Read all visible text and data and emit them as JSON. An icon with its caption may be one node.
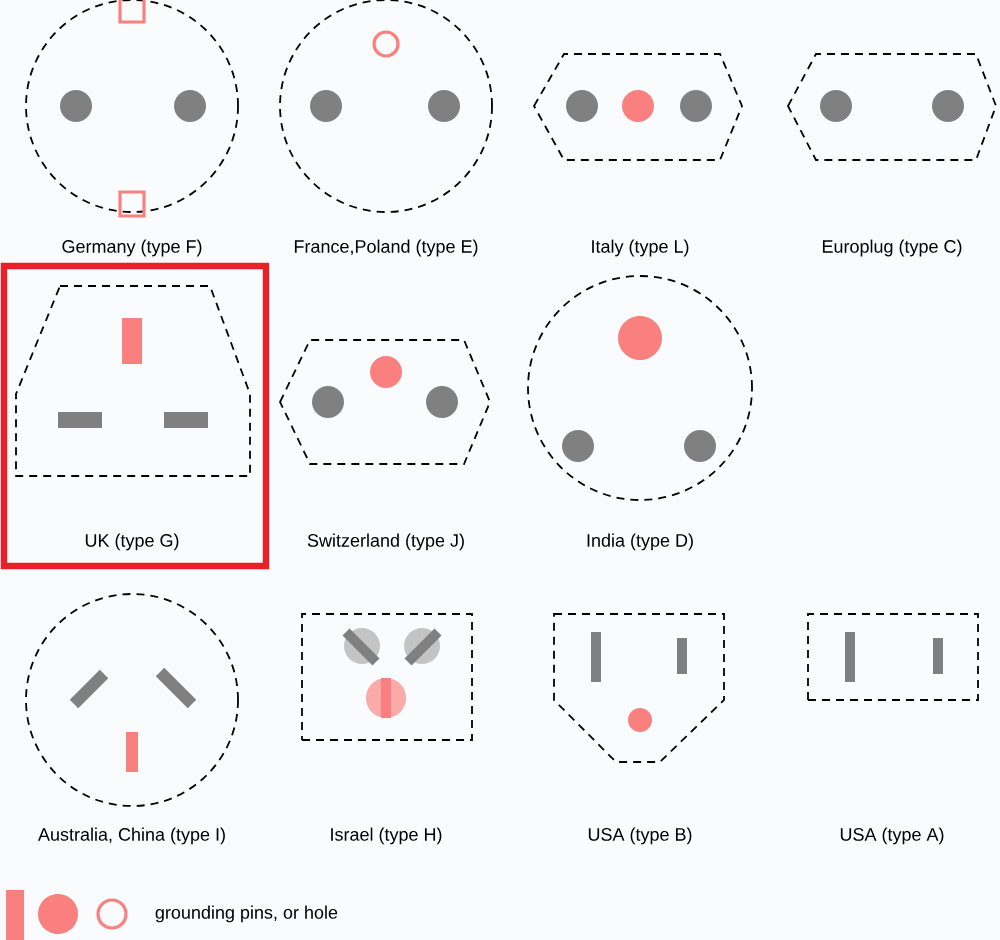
{
  "diagram": {
    "labels": [
      "Germany (type F)",
      "France,Poland (type E)",
      "Italy (type L)",
      "Europlug (type C)",
      "UK (type G)",
      "Switzerland (type J)",
      "India (type D)",
      "Australia, China (type I)",
      "Israel (type H)",
      "USA (type B)",
      "USA (type A)"
    ],
    "legend": [
      {
        "text": "grounding pins, or hole"
      }
    ]
  }
}
